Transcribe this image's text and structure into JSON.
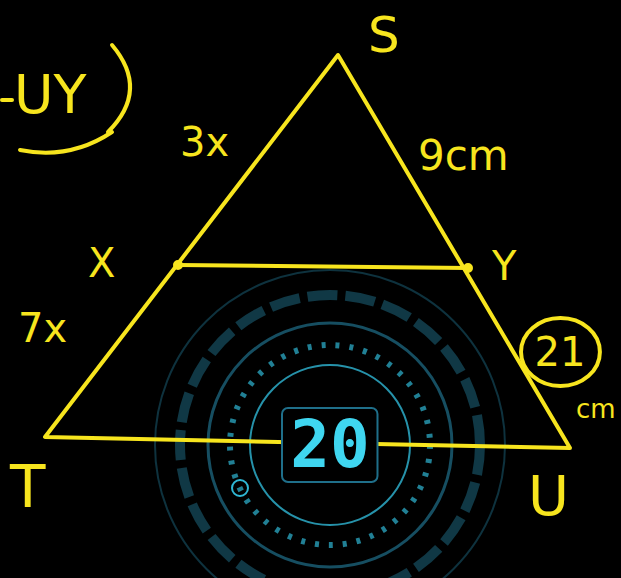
{
  "diagram": {
    "nodes": [
      {
        "text": [
          "21"
        ]
      },
      {
        "text": [
          "20"
        ]
      }
    ],
    "labels": [
      "UY",
      "S",
      "3x",
      "9cm",
      "X",
      "Y",
      "7x",
      "cm",
      "T",
      "U"
    ]
  }
}
